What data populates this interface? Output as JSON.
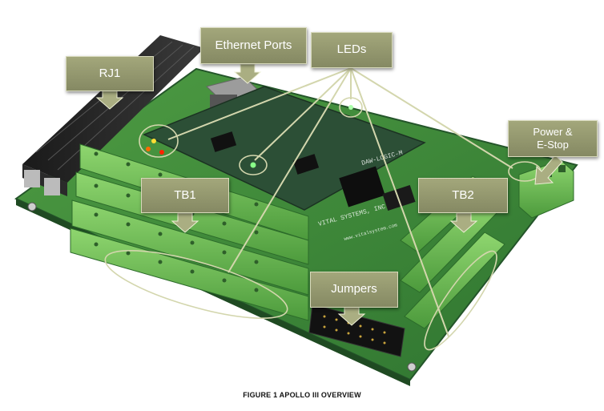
{
  "figure": {
    "caption": "FIGURE 1 APOLLO III OVERVIEW",
    "board_silkscreen": [
      "DAW-LOGIC-M",
      "VITAL SYSTEMS, INC",
      "www.vitalsystem.com"
    ]
  },
  "callouts": {
    "rj1": "RJ1",
    "ethernet_ports": "Ethernet Ports",
    "leds": "LEDs",
    "power_estop": [
      "Power &",
      "E-Stop"
    ],
    "tb1": "TB1",
    "tb2": "TB2",
    "jumpers": "Jumpers"
  },
  "colors": {
    "pcb_green": "#3f8b3a",
    "terminal_green": "#6fbf57",
    "callout_fill": "#9a9e72",
    "pointer_line": "#c9cca0"
  }
}
